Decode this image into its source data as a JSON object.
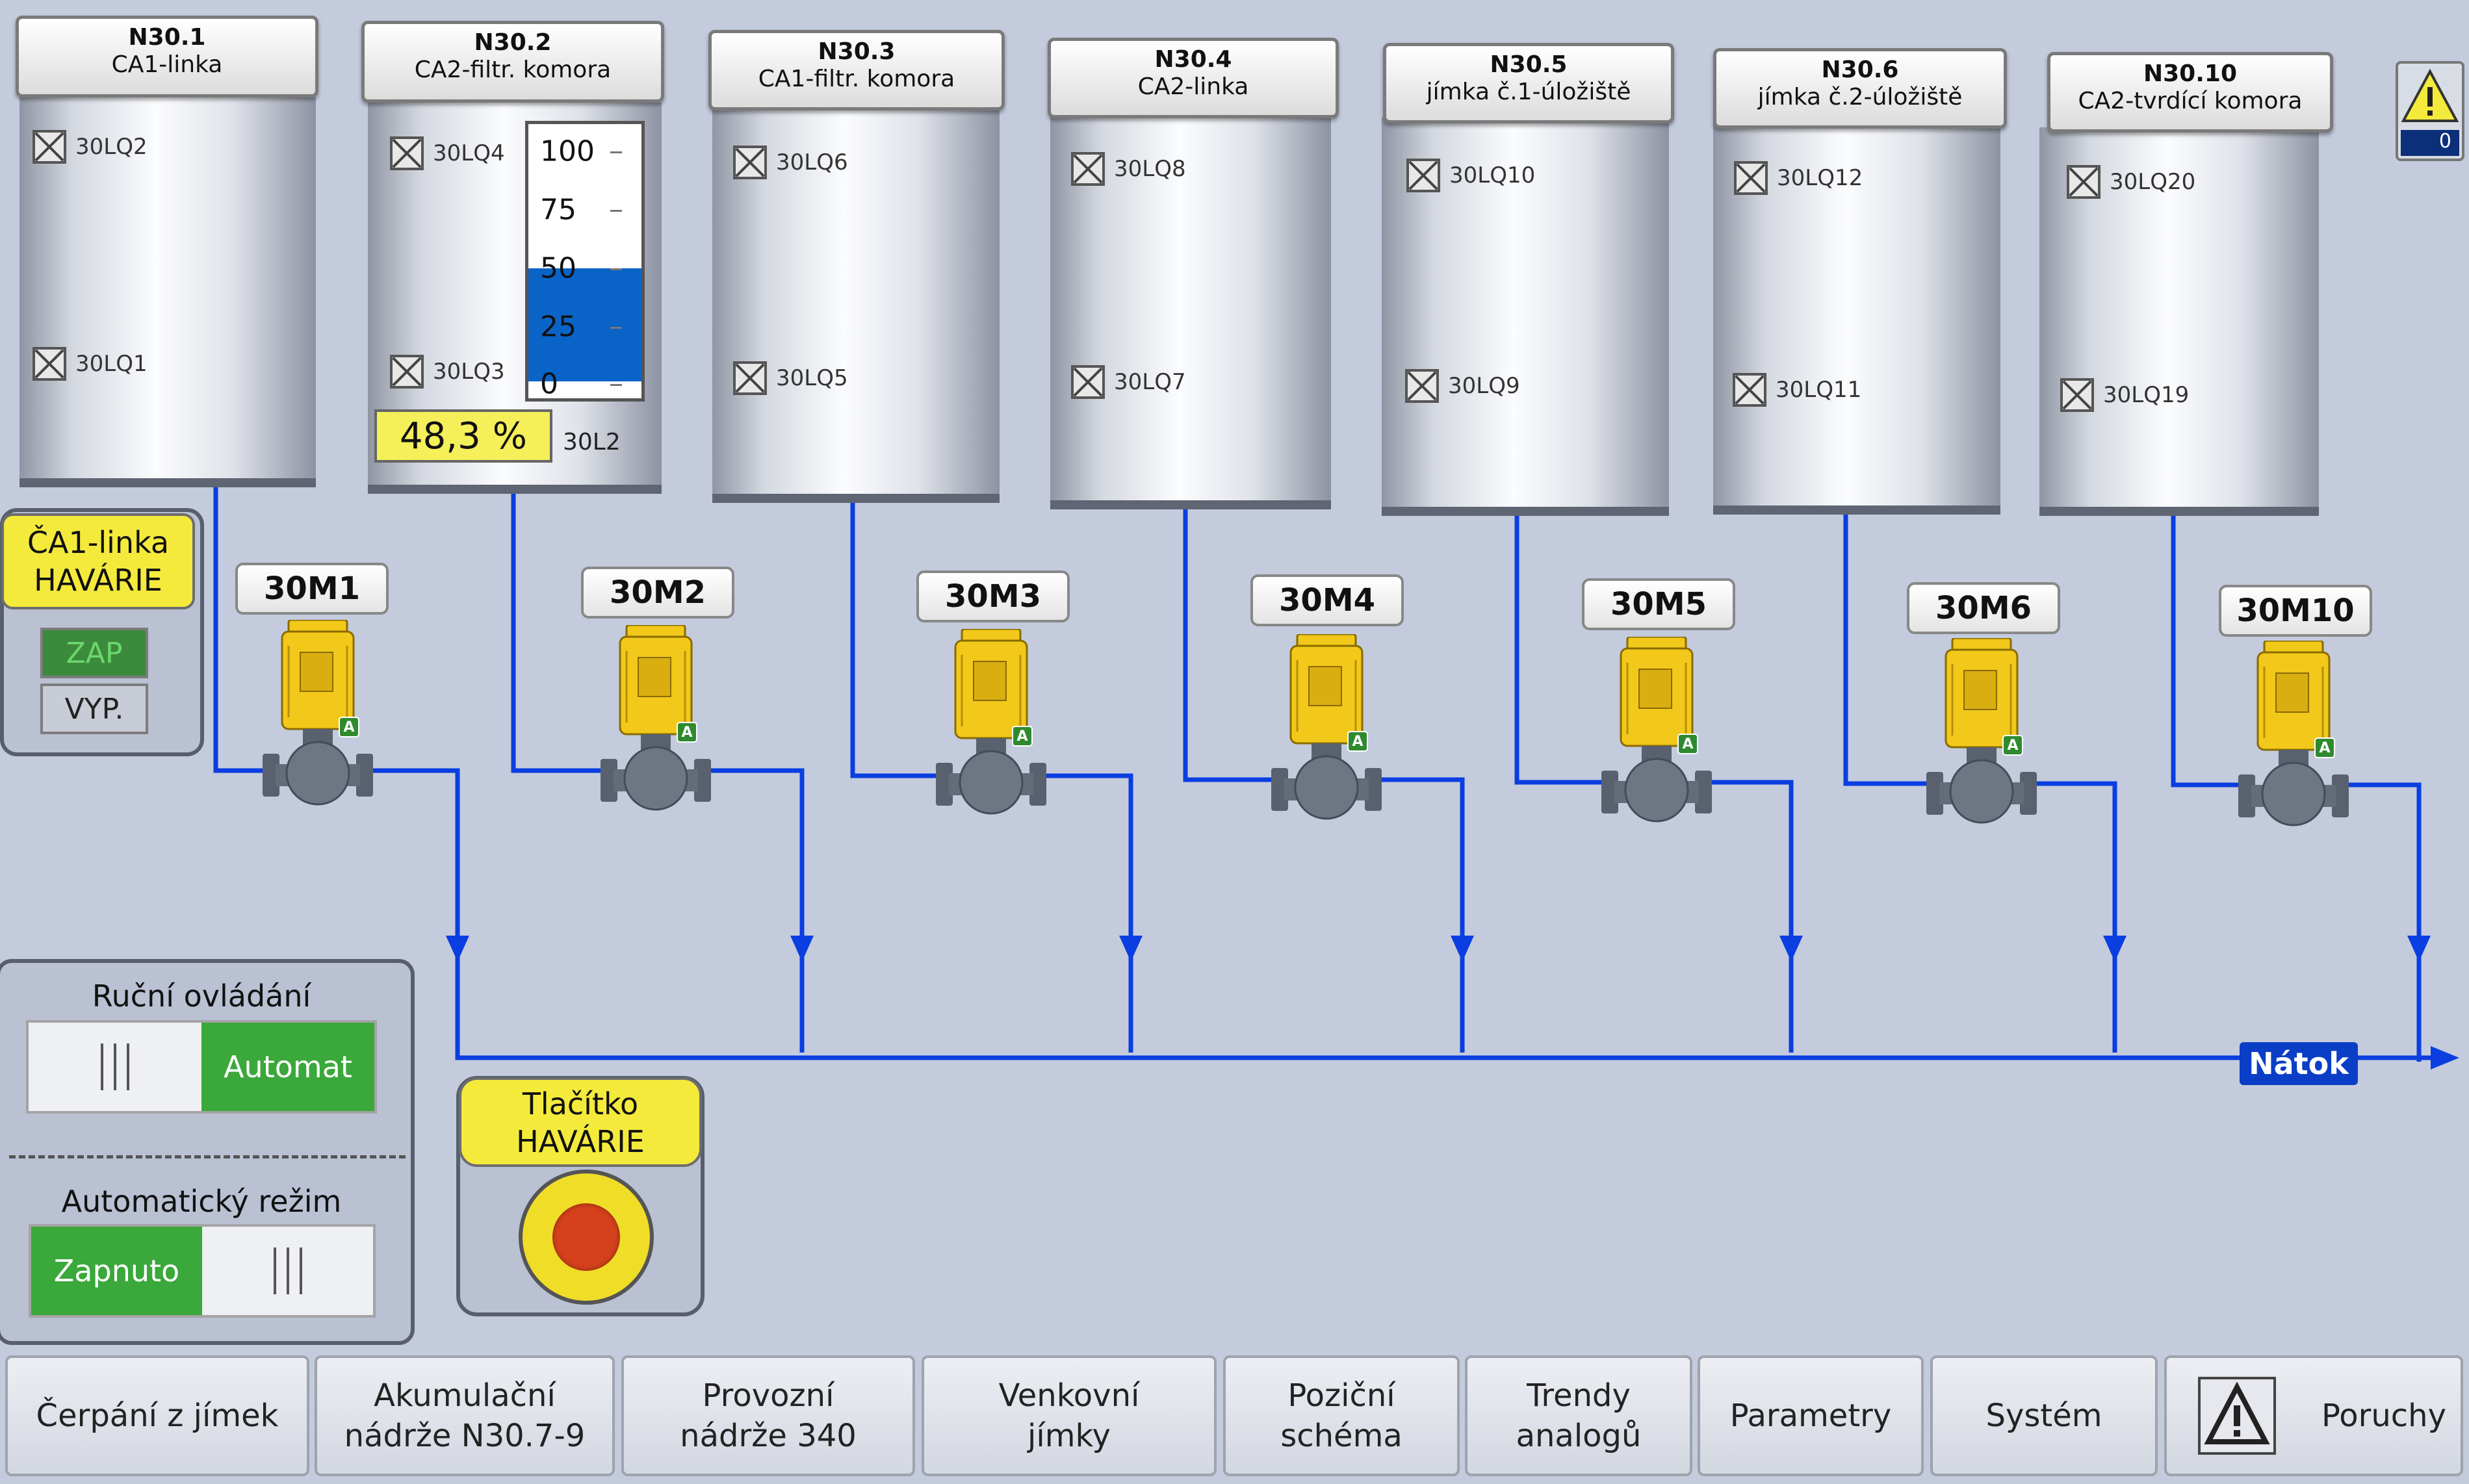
{
  "colors": {
    "pipe": "#0a3ee0",
    "pump_motor": "#f2c81a",
    "accent_green": "#3aa83a",
    "alarm_yellow": "#f4ea3c"
  },
  "alarm_indicator": {
    "icon": "warning-triangle-icon",
    "count": "0"
  },
  "tanks": [
    {
      "id": "N30.1",
      "name": "CA1-linka",
      "sensor_top": "30LQ2",
      "sensor_bottom": "30LQ1"
    },
    {
      "id": "N30.2",
      "name": "CA2-filtr. komora",
      "sensor_top": "30LQ4",
      "sensor_bottom": "30LQ3"
    },
    {
      "id": "N30.3",
      "name": "CA1-filtr. komora",
      "sensor_top": "30LQ6",
      "sensor_bottom": "30LQ5"
    },
    {
      "id": "N30.4",
      "name": "CA2-linka",
      "sensor_top": "30LQ8",
      "sensor_bottom": "30LQ7"
    },
    {
      "id": "N30.5",
      "name": "jímka č.1-úložiště",
      "sensor_top": "30LQ10",
      "sensor_bottom": "30LQ9"
    },
    {
      "id": "N30.6",
      "name": "jímka č.2-úložiště",
      "sensor_top": "30LQ12",
      "sensor_bottom": "30LQ11"
    },
    {
      "id": "N30.10",
      "name": "CA2-tvrdící komora",
      "sensor_top": "30LQ20",
      "sensor_bottom": "30LQ19"
    }
  ],
  "level_gauge": {
    "ticks": [
      "100",
      "75",
      "50",
      "25",
      "0"
    ],
    "fill_percent": 48.3,
    "value": "48,3",
    "unit": "%",
    "tag": "30L2"
  },
  "pumps": [
    {
      "tag": "30M1",
      "mode_badge": "A"
    },
    {
      "tag": "30M2",
      "mode_badge": "A"
    },
    {
      "tag": "30M3",
      "mode_badge": "A"
    },
    {
      "tag": "30M4",
      "mode_badge": "A"
    },
    {
      "tag": "30M5",
      "mode_badge": "A"
    },
    {
      "tag": "30M6",
      "mode_badge": "A"
    },
    {
      "tag": "30M10",
      "mode_badge": "A"
    }
  ],
  "outflow_label": "Nátok",
  "emergency_panel": {
    "title_line1": "ČA1-linka",
    "title_line2": "HAVÁRIE",
    "on_label": "ZAP",
    "off_label": "VYP."
  },
  "manual_control": {
    "title": "Ruční ovládání",
    "active_label": "Automat"
  },
  "auto_mode": {
    "title": "Automatický režim",
    "active_label": "Zapnuto"
  },
  "emergency_button": {
    "label_line1": "Tlačítko",
    "label_line2": "HAVÁRIE"
  },
  "nav": [
    {
      "label": "Čerpání z jímek"
    },
    {
      "label": "Akumulační\nnádrže N30.7-9"
    },
    {
      "label": "Provozní\nnádrže 340"
    },
    {
      "label": "Venkovní\njímky"
    },
    {
      "label": "Poziční\nschéma"
    },
    {
      "label": "Trendy\nanalogů"
    },
    {
      "label": "Parametry"
    },
    {
      "label": "Systém"
    },
    {
      "label": "Poruchy",
      "icon": "warning-triangle-icon"
    }
  ]
}
